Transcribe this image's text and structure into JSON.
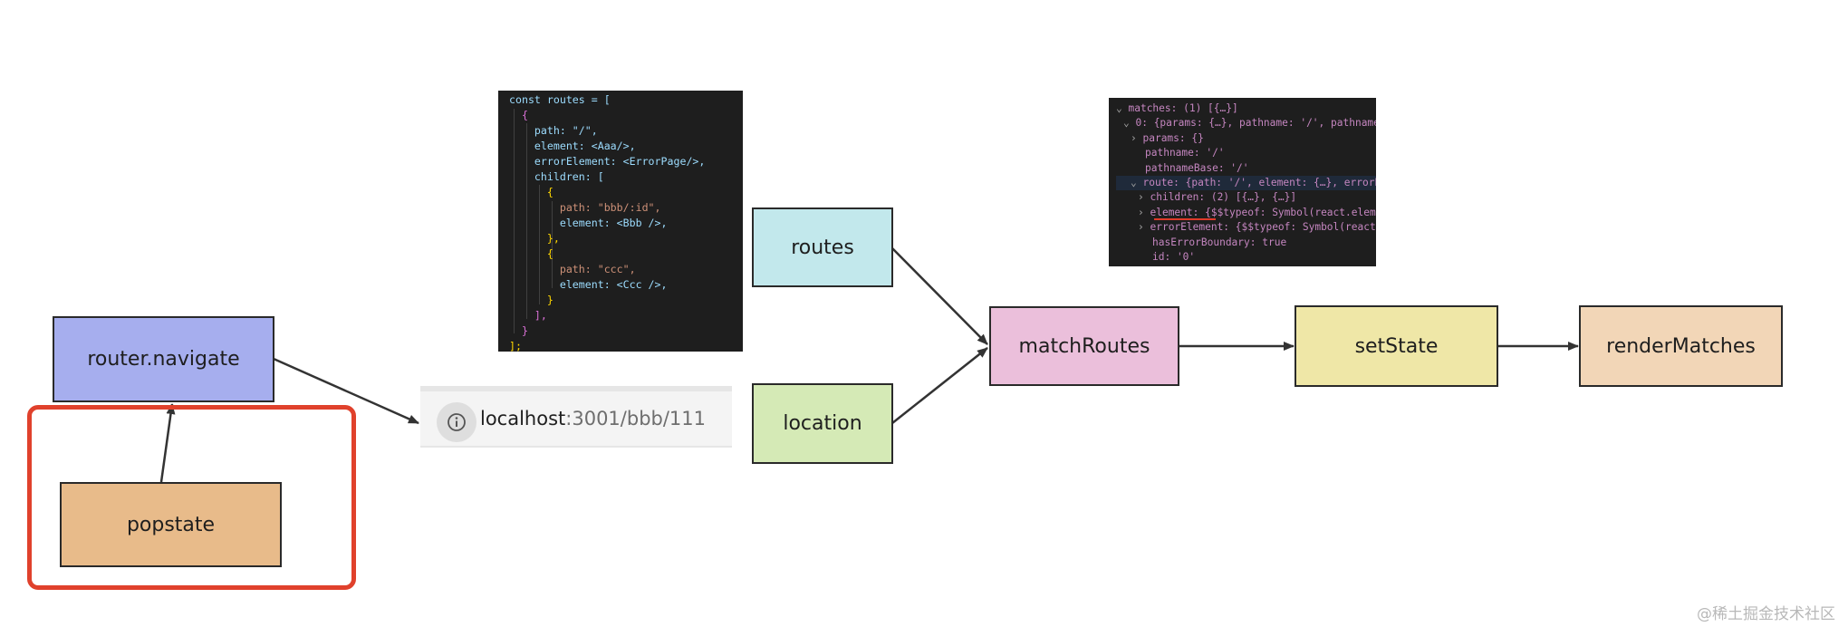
{
  "nodes": {
    "router_navigate": "router.navigate",
    "popstate": "popstate",
    "routes": "routes",
    "location": "location",
    "match_routes": "matchRoutes",
    "set_state": "setState",
    "render_matches": "renderMatches"
  },
  "colors": {
    "router_navigate": "#a6aeee",
    "popstate": "#e8bb8a",
    "routes": "#c2e8ec",
    "location": "#d5eab6",
    "match_routes": "#ebbfdb",
    "set_state": "#efe7a7",
    "render_matches": "#f2d6b7",
    "highlight": "#e0412c"
  },
  "url_bar": {
    "host": "localhost",
    "rest": ":3001/bbb/111"
  },
  "routes_code": [
    "const routes = [",
    "  {",
    "    path: \"/\",",
    "    element: <Aaa/>,",
    "    errorElement: <ErrorPage/>,",
    "    children: [",
    "      {",
    "        path: \"bbb/:id\",",
    "        element: <Bbb />,",
    "      },",
    "      {",
    "        path: \"ccc\",",
    "        element: <Ccc />,",
    "      }",
    "    ],",
    "  }",
    "];"
  ],
  "debug_lines": [
    "matches: (1) [{…}]",
    "0: {params: {…}, pathname: '/', pathname",
    "params: {}",
    "pathname: '/'",
    "pathnameBase: '/'",
    "route: {path: '/', element: {…}, errorE",
    "children: (2) [{…}, {…}]",
    "element: {$$typeof: Symbol(react.eleme",
    "errorElement: {$$typeof: Symbol(react.",
    "hasErrorBoundary: true",
    "id: '0'"
  ],
  "watermark": "@稀土掘金技术社区"
}
